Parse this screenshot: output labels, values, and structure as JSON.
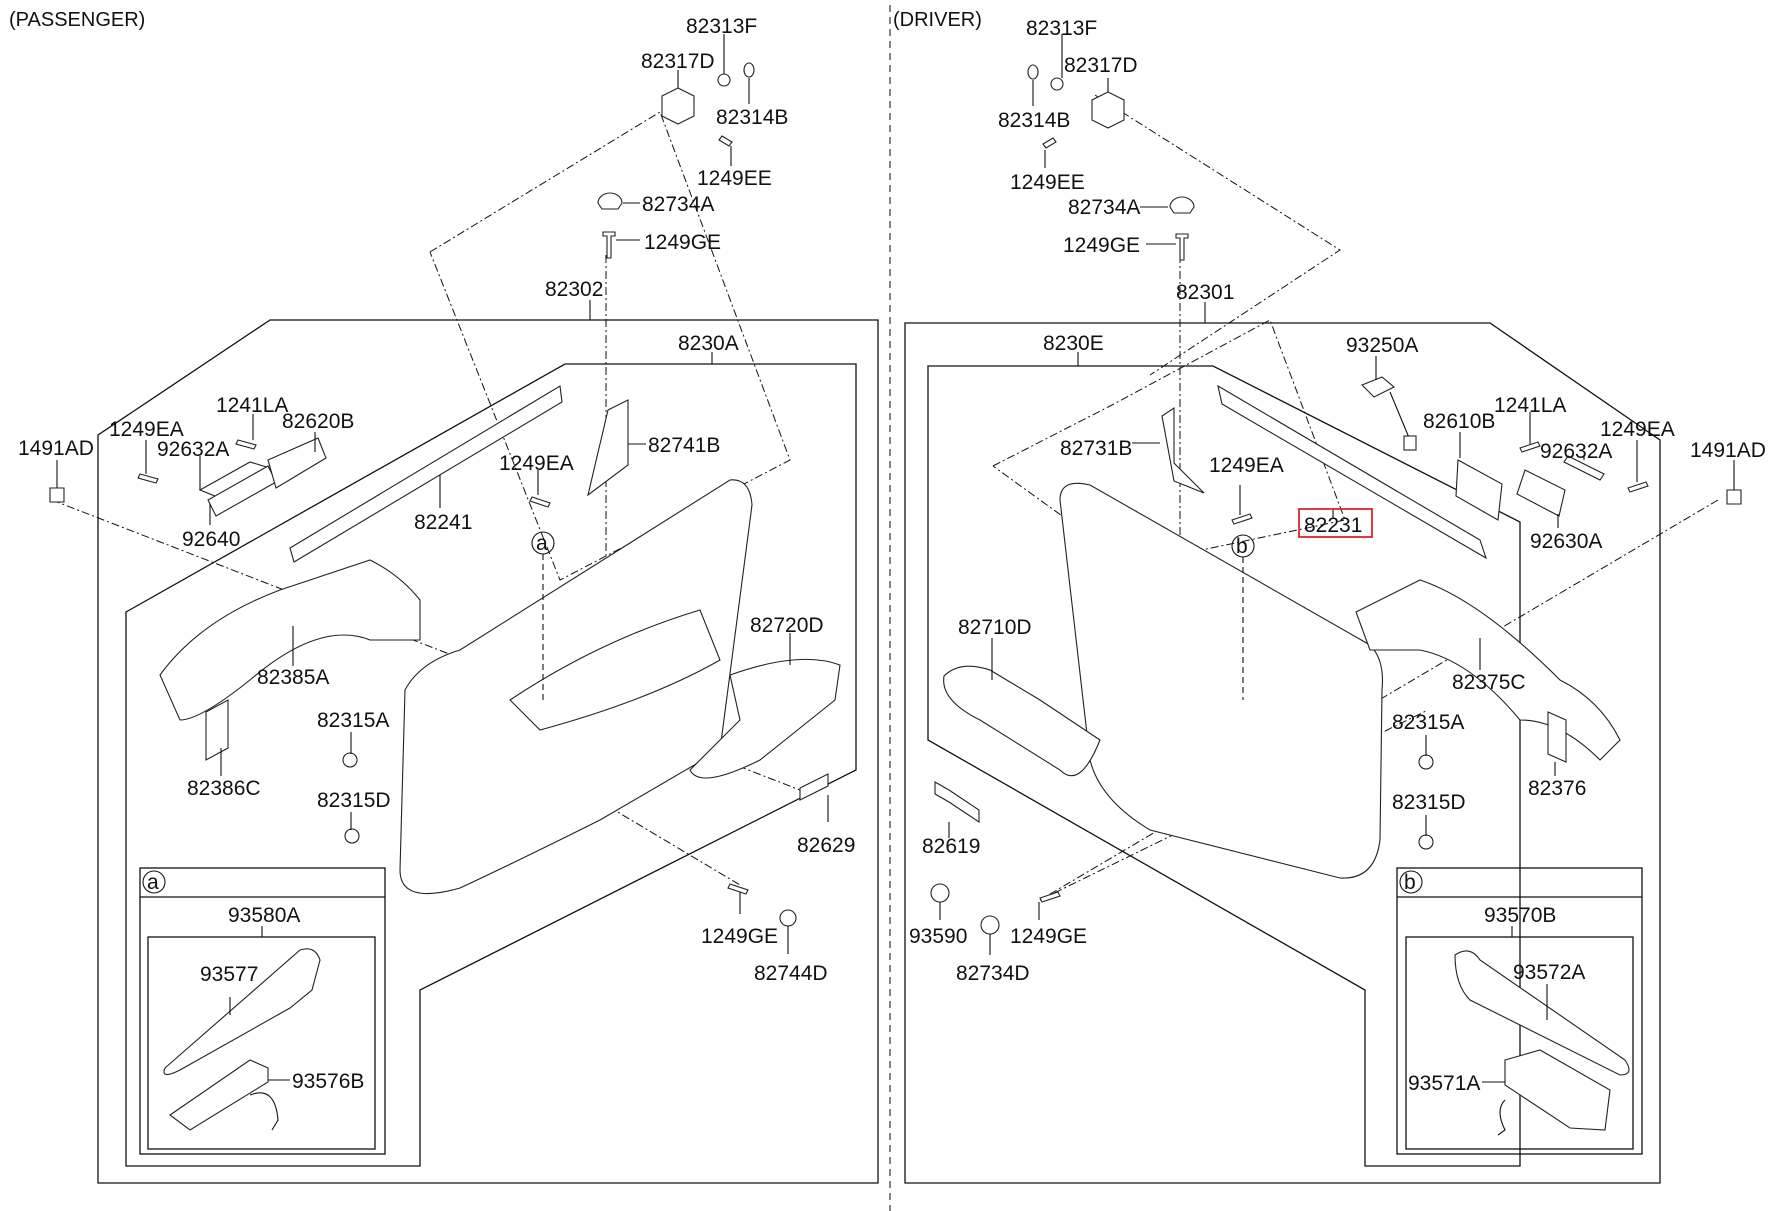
{
  "sections": {
    "passenger": {
      "title": "(PASSENGER)"
    },
    "driver": {
      "title": "(DRIVER)"
    }
  },
  "highlight_color": "#e0242b",
  "passenger_labels": {
    "p82313F": "82313F",
    "p82317D": "82317D",
    "p82314B": "82314B",
    "p1249EE": "1249EE",
    "p82734A": "82734A",
    "p1249GE_top": "1249GE",
    "p82302": "82302",
    "p8230A": "8230A",
    "p1491AD": "1491AD",
    "p1249EA_left": "1249EA",
    "p92632A": "92632A",
    "p1241LA": "1241LA",
    "p82620B": "82620B",
    "p92640": "92640",
    "p82241": "82241",
    "p1249EA_mid": "1249EA",
    "p82741B": "82741B",
    "p82385A": "82385A",
    "p82720D": "82720D",
    "p82386C": "82386C",
    "p82315A": "82315A",
    "p82315D": "82315D",
    "p82629": "82629",
    "p1249GE_bot": "1249GE",
    "p82744D": "82744D"
  },
  "driver_labels": {
    "d82313F": "82313F",
    "d82317D": "82317D",
    "d82314B": "82314B",
    "d1249EE": "1249EE",
    "d82734A": "82734A",
    "d1249GE_top": "1249GE",
    "d82301": "82301",
    "d8230E": "8230E",
    "d93250A": "93250A",
    "d82731B": "82731B",
    "d1249EA_mid": "1249EA",
    "d82231": "82231",
    "d82610B": "82610B",
    "d1241LA": "1241LA",
    "d92632A": "92632A",
    "d1249EA_right": "1249EA",
    "d1491AD": "1491AD",
    "d92630A": "92630A",
    "d82710D": "82710D",
    "d82375C": "82375C",
    "d82315A": "82315A",
    "d82315D": "82315D",
    "d82376": "82376",
    "d82619": "82619",
    "d93590": "93590",
    "d1249GE_bot": "1249GE",
    "d82734D": "82734D"
  },
  "detail_a": {
    "marker": "a",
    "assembly": "93580A",
    "parts": {
      "cover": "93577",
      "switch": "93576B"
    }
  },
  "detail_b": {
    "marker": "b",
    "assembly": "93570B",
    "parts": {
      "cover": "93572A",
      "switch": "93571A"
    }
  },
  "callouts": {
    "a": "a",
    "b": "b"
  },
  "selected_part": "82231"
}
